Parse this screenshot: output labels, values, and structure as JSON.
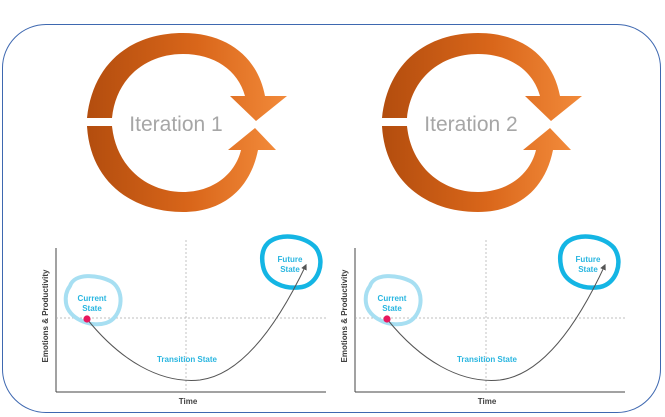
{
  "iterations": [
    {
      "label": "Iteration 1"
    },
    {
      "label": "Iteration 2"
    }
  ],
  "curves": [
    {
      "ylabel": "Emotions & Productivity",
      "xlabel": "Time",
      "current_state_1": "Current",
      "current_state_2": "State",
      "future_state_1": "Future",
      "future_state_2": "State",
      "transition_label": "Transition State"
    },
    {
      "ylabel": "Emotions & Productivity",
      "xlabel": "Time",
      "current_state_1": "Current",
      "current_state_2": "State",
      "future_state_1": "Future",
      "future_state_2": "State",
      "transition_label": "Transition State"
    }
  ],
  "colors": {
    "frame_border": "#3e68b0",
    "cycle_dark": "#c55a11",
    "cycle_light": "#f07a26",
    "iteration_text": "#a6a6a6",
    "state_text": "#29b6e0",
    "future_ring": "#14b5e4",
    "current_ring": "#a7dff2",
    "current_dot": "#e8175d",
    "curve_line": "#555555"
  }
}
